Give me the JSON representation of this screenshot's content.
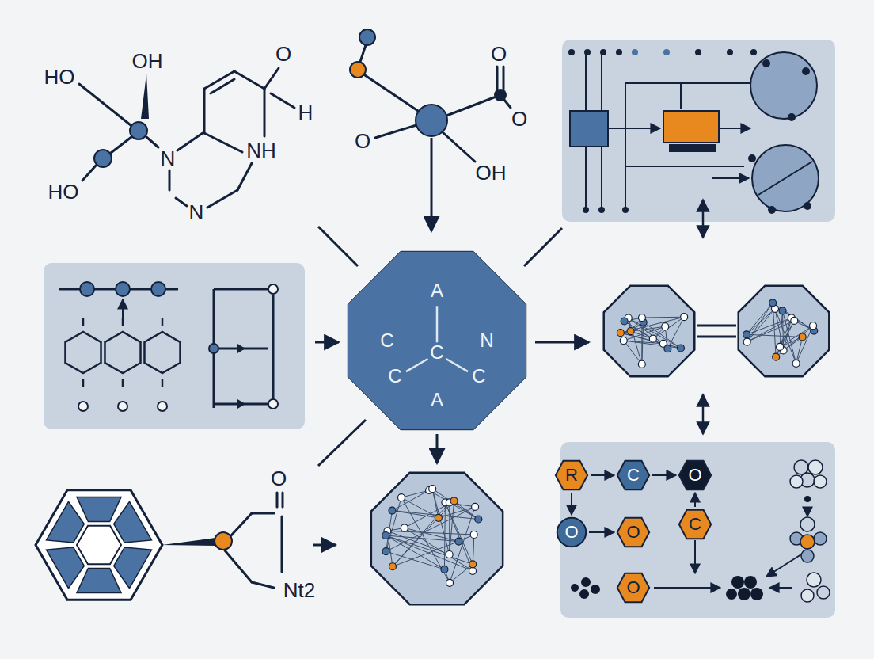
{
  "diagram": {
    "nodes": [
      {
        "text": [
          "A",
          "C",
          "N",
          "C",
          "C",
          "C",
          "A"
        ]
      },
      {
        "text": [
          "R"
        ]
      },
      {
        "text": [
          "C"
        ]
      },
      {
        "text": [
          "O"
        ]
      },
      {
        "text": [
          "O"
        ]
      },
      {
        "text": [
          "O"
        ]
      },
      {
        "text": [
          "C"
        ]
      },
      {
        "text": [
          "O"
        ]
      }
    ],
    "edges": [
      {
        "from": 1,
        "to": 2,
        "arrow": "to"
      },
      {
        "from": 2,
        "to": 3,
        "arrow": "to"
      },
      {
        "from": 1,
        "to": 4,
        "arrow": "to"
      },
      {
        "from": 4,
        "to": 5,
        "arrow": "to"
      },
      {
        "from": 6,
        "to": 3,
        "arrow": "to"
      }
    ],
    "labels": [
      "HO",
      "OH",
      "O",
      "H",
      "N",
      "NH",
      "N",
      "HO",
      "O",
      "O",
      "O",
      "OH",
      "O",
      "Nt2"
    ]
  }
}
